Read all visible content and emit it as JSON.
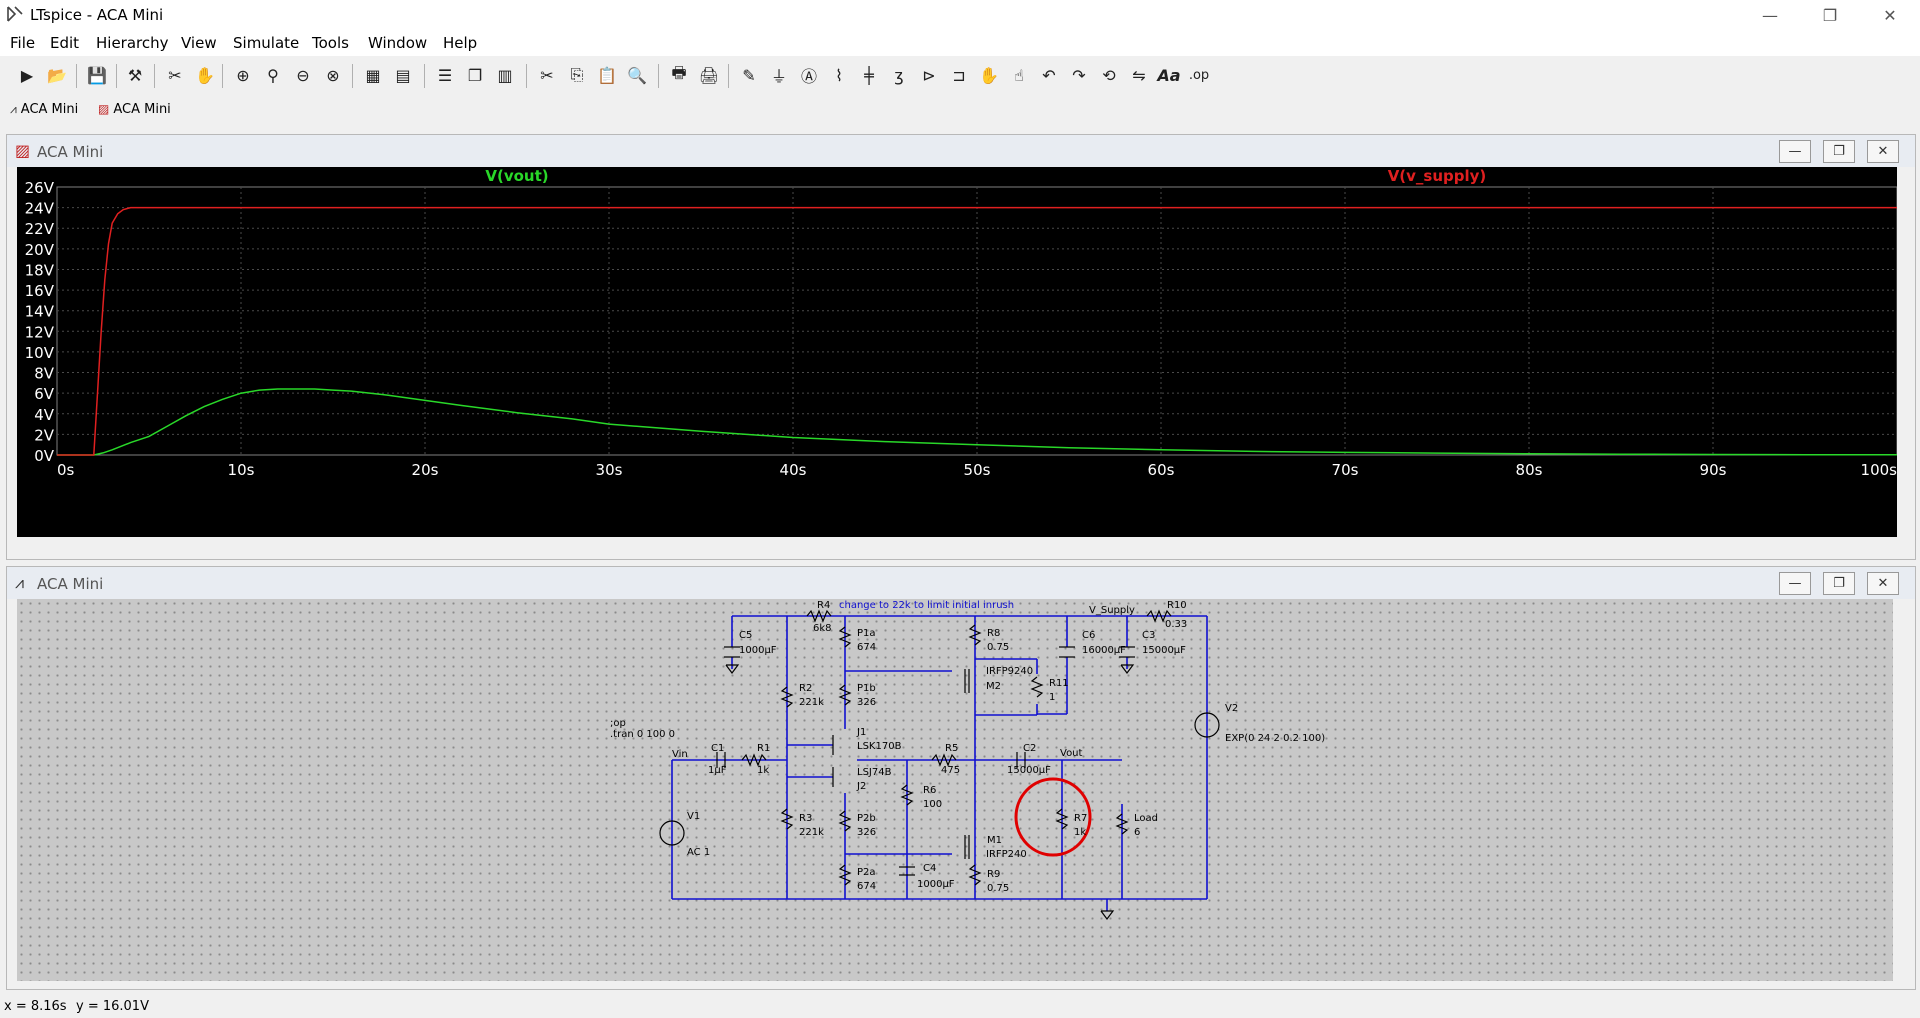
{
  "window": {
    "title": "LTspice - ACA Mini",
    "controls": [
      "—",
      "❐",
      "✕"
    ]
  },
  "menu": [
    "File",
    "Edit",
    "Hierarchy",
    "View",
    "Simulate",
    "Tools",
    "Window",
    "Help"
  ],
  "toolbar": {
    "icons": [
      "run-icon",
      "open-icon",
      "save-icon",
      "control-panel-icon",
      "halt-icon",
      "pan-hand-icon",
      "zoom-in-icon",
      "zoom-box-icon",
      "zoom-out-icon",
      "zoom-cancel-icon",
      "autorange-icon",
      "plot-settings-icon",
      "tile-horizontal-icon",
      "cascade-icon",
      "tile-vertical-icon",
      "cut-icon",
      "copy-icon",
      "paste-icon",
      "find-icon",
      "print-icon",
      "print-preview-icon",
      "draw-wire-icon",
      "ground-icon",
      "label-net-icon",
      "resistor-icon",
      "capacitor-icon",
      "inductor-icon",
      "diode-icon",
      "component-icon",
      "move-icon",
      "drag-icon",
      "undo-icon",
      "redo-icon",
      "rotate-icon",
      "mirror-icon",
      "text-icon",
      "spice-directive-icon"
    ],
    "text_label": "Aa",
    "op_label": ".op"
  },
  "tabs": [
    {
      "label": "ACA Mini",
      "icon": "schematic-icon"
    },
    {
      "label": "ACA Mini",
      "icon": "waveform-icon"
    }
  ],
  "waveform_window": {
    "title": "ACA Mini",
    "trace_labels": [
      {
        "name": "V(vout)",
        "color": "#29d829"
      },
      {
        "name": "V(v_supply)",
        "color": "#e02020"
      }
    ],
    "y_ticks": [
      "26V",
      "24V",
      "22V",
      "20V",
      "18V",
      "16V",
      "14V",
      "12V",
      "10V",
      "8V",
      "6V",
      "4V",
      "2V",
      "0V"
    ],
    "x_ticks": [
      "0s",
      "10s",
      "20s",
      "30s",
      "40s",
      "50s",
      "60s",
      "70s",
      "80s",
      "90s",
      "100s"
    ]
  },
  "chart_data": {
    "type": "line",
    "xlabel": "",
    "ylabel": "",
    "xlim": [
      0,
      100
    ],
    "ylim": [
      0,
      26
    ],
    "grid": true,
    "legend": "top",
    "series": [
      {
        "name": "V(vout)",
        "color": "#29d829",
        "x": [
          0,
          2,
          2.5,
          3,
          4,
          5,
          6,
          7,
          8,
          9,
          10,
          11,
          12,
          13,
          14,
          15,
          16,
          18,
          20,
          22,
          25,
          28,
          30,
          35,
          40,
          45,
          50,
          55,
          60,
          65,
          70,
          75,
          80,
          85,
          90,
          95,
          100
        ],
        "y": [
          0,
          0,
          0.2,
          0.5,
          1.2,
          1.8,
          2.8,
          3.8,
          4.7,
          5.4,
          6.0,
          6.3,
          6.4,
          6.4,
          6.4,
          6.3,
          6.2,
          5.8,
          5.3,
          4.8,
          4.1,
          3.5,
          3.0,
          2.3,
          1.7,
          1.3,
          1.0,
          0.7,
          0.5,
          0.35,
          0.25,
          0.18,
          0.12,
          0.08,
          0.05,
          0.03,
          0.02
        ]
      },
      {
        "name": "V(v_supply)",
        "color": "#e02020",
        "x": [
          0,
          2,
          2.2,
          2.4,
          2.6,
          2.8,
          3,
          3.3,
          3.6,
          4,
          5,
          100
        ],
        "y": [
          0,
          0,
          6,
          12,
          17,
          20.5,
          22.5,
          23.4,
          23.8,
          24,
          24,
          24
        ]
      }
    ]
  },
  "schematic_window": {
    "title": "ACA Mini",
    "components": {
      "R4": "R4",
      "R4_val": "6k8",
      "R4_note": "change to 22k to limit initial inrush",
      "V_Supply": "V_Supply",
      "R10": "R10",
      "R10_val": "0.33",
      "C5": "C5",
      "C5_val": "1000µF",
      "P1a": "P1a",
      "P1a_val": "674",
      "R8": "R8",
      "R8_val": "0.75",
      "C6": "C6",
      "C6_val": "16000µF",
      "C3": "C3",
      "C3_val": "15000µF",
      "M2": "M2",
      "M2_model": "IRFP9240",
      "R11": "R11",
      "R11_val": "1",
      "R2": "R2",
      "R2_val": "221k",
      "P1b": "P1b",
      "P1b_val": "326",
      "V2": "V2",
      "V2_val": "EXP(0 24 2 0.2 100)",
      "J1": "J1",
      "J1_model": "LSK170B",
      "op_directive": ";op",
      "tran_directive": ".tran 0 100 0",
      "Vin": "Vin",
      "C1": "C1",
      "C1_val": "1µF",
      "R1": "R1",
      "R1_val": "1k",
      "R5": "R5",
      "R5_val": "475",
      "C2": "C2",
      "C2_val": "15000µF",
      "Vout": "Vout",
      "J2": "J2",
      "J2_model": "LSJ74B",
      "R6": "R6",
      "R6_val": "100",
      "V1": "V1",
      "V1_val": "AC 1",
      "R3": "R3",
      "R3_val": "221k",
      "P2b": "P2b",
      "P2b_val": "326",
      "M1": "M1",
      "M1_model": "IRFP240",
      "R7": "R7",
      "R7_val": "1k",
      "Load": "Load",
      "Load_val": "6",
      "P2a": "P2a",
      "P2a_val": "674",
      "C4": "C4",
      "C4_val": "1000µF",
      "R9": "R9",
      "R9_val": "0.75"
    },
    "annotation_color": "#e00000"
  },
  "status": {
    "x": "x = 8.16s",
    "y": "y = 16.01V"
  },
  "colors": {
    "wire": "#1010d0",
    "grid": "#4a4a4a",
    "axis_text": "#ffffff"
  }
}
